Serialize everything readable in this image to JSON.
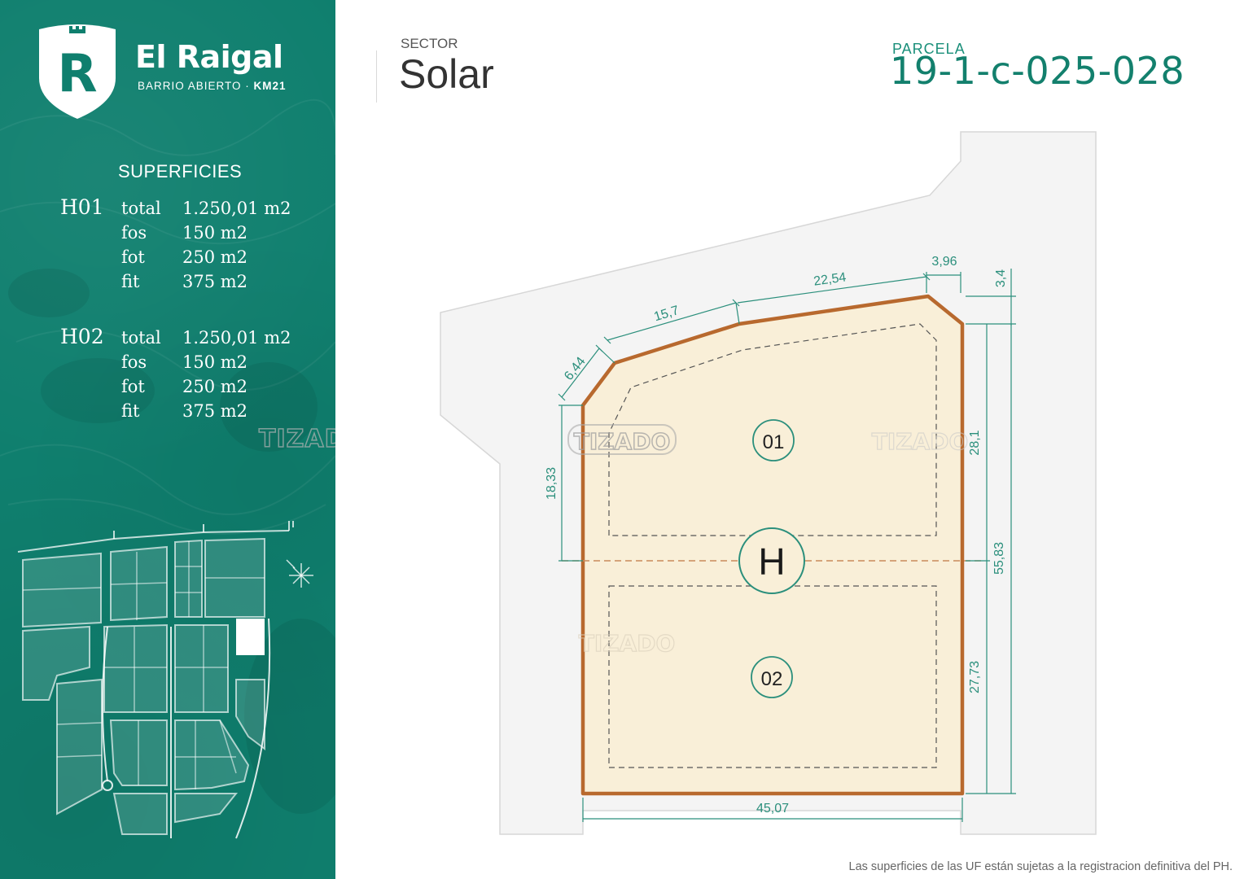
{
  "brand": {
    "name": "El Raigal",
    "subtitle": "BARRIO ABIERTO · ",
    "subtitle_bold": "KM21",
    "logo_letter": "R"
  },
  "superficies": {
    "title": "SUPERFICIES",
    "units": [
      {
        "name": "H01",
        "rows": [
          {
            "label": "total",
            "value": "1.250,01 m2"
          },
          {
            "label": "fos",
            "value": "150 m2"
          },
          {
            "label": "fot",
            "value": "250 m2"
          },
          {
            "label": "fit",
            "value": "375  m2"
          }
        ]
      },
      {
        "name": "H02",
        "rows": [
          {
            "label": "total",
            "value": "1.250,01 m2"
          },
          {
            "label": "fos",
            "value": "150 m2"
          },
          {
            "label": "fot",
            "value": "250 m2"
          },
          {
            "label": "fit",
            "value": "375  m2"
          }
        ]
      }
    ]
  },
  "header": {
    "sector_label": "SECTOR",
    "sector_name": "Solar",
    "parcela_label": "PARCELA",
    "parcela_id": "19-1-c-025-028"
  },
  "plan": {
    "lot_letter": "H",
    "sub_units": [
      "01",
      "02"
    ],
    "dimensions": {
      "top_left_diag": "6,44",
      "top_left": "15,7",
      "top_mid": "22,54",
      "top_right": "3,96",
      "right_small": "3,4",
      "left_upper": "18,33",
      "right_upper": "28,1",
      "right_lower": "27,73",
      "right_total": "55,83",
      "bottom": "45,07"
    }
  },
  "watermark": "TIZADO",
  "footnote": "Las superficies de las UF están sujetas a la registracion definitiva del PH.",
  "colors": {
    "panel_green": "#0f7f6e",
    "accent_teal": "#13806d",
    "lot_outline": "#b8692e",
    "lot_fill": "#f9efd8"
  }
}
